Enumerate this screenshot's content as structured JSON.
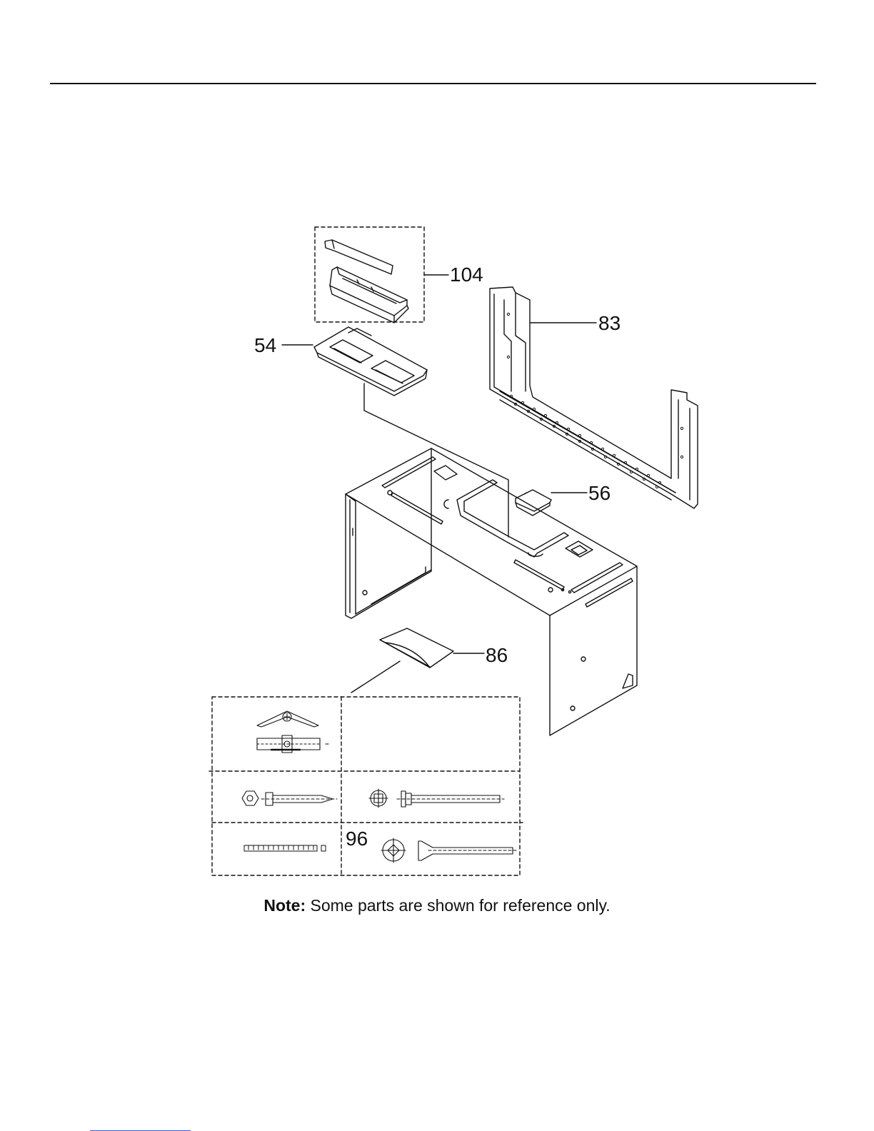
{
  "callouts": {
    "c104": "104",
    "c83": "83",
    "c54": "54",
    "c56": "56",
    "c86": "86",
    "c96": "96"
  },
  "note": {
    "label": "Note:",
    "text": " Some parts are shown for reference only."
  }
}
